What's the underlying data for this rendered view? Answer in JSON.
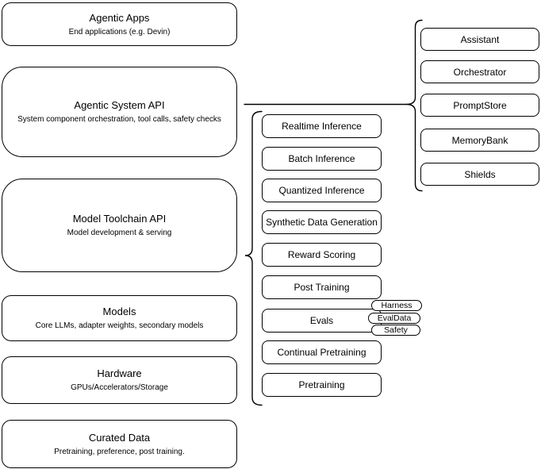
{
  "layers": [
    {
      "title": "Agentic Apps",
      "subtitle": "End applications (e.g. Devin)"
    },
    {
      "title": "Agentic System API",
      "subtitle": "System component orchestration, tool calls, safety checks"
    },
    {
      "title": "Model Toolchain API",
      "subtitle": "Model development & serving"
    },
    {
      "title": "Models",
      "subtitle": "Core LLMs, adapter weights, secondary models"
    },
    {
      "title": "Hardware",
      "subtitle": "GPUs/Accelerators/Storage"
    },
    {
      "title": "Curated Data",
      "subtitle": "Pretraining, preference, post training."
    }
  ],
  "toolchain_nodes": [
    "Realtime Inference",
    "Batch Inference",
    "Quantized Inference",
    "Synthetic Data Generation",
    "Reward Scoring",
    "Post Training",
    "Evals",
    "Continual Pretraining",
    "Pretraining"
  ],
  "eval_tags": [
    "Harness",
    "EvalData",
    "Safety"
  ],
  "system_components": [
    "Assistant",
    "Orchestrator",
    "PromptStore",
    "MemoryBank",
    "Shields"
  ],
  "colors": {
    "stroke": "#000000",
    "fill": "#ffffff",
    "text": "#000000",
    "background": "#ffffff"
  }
}
